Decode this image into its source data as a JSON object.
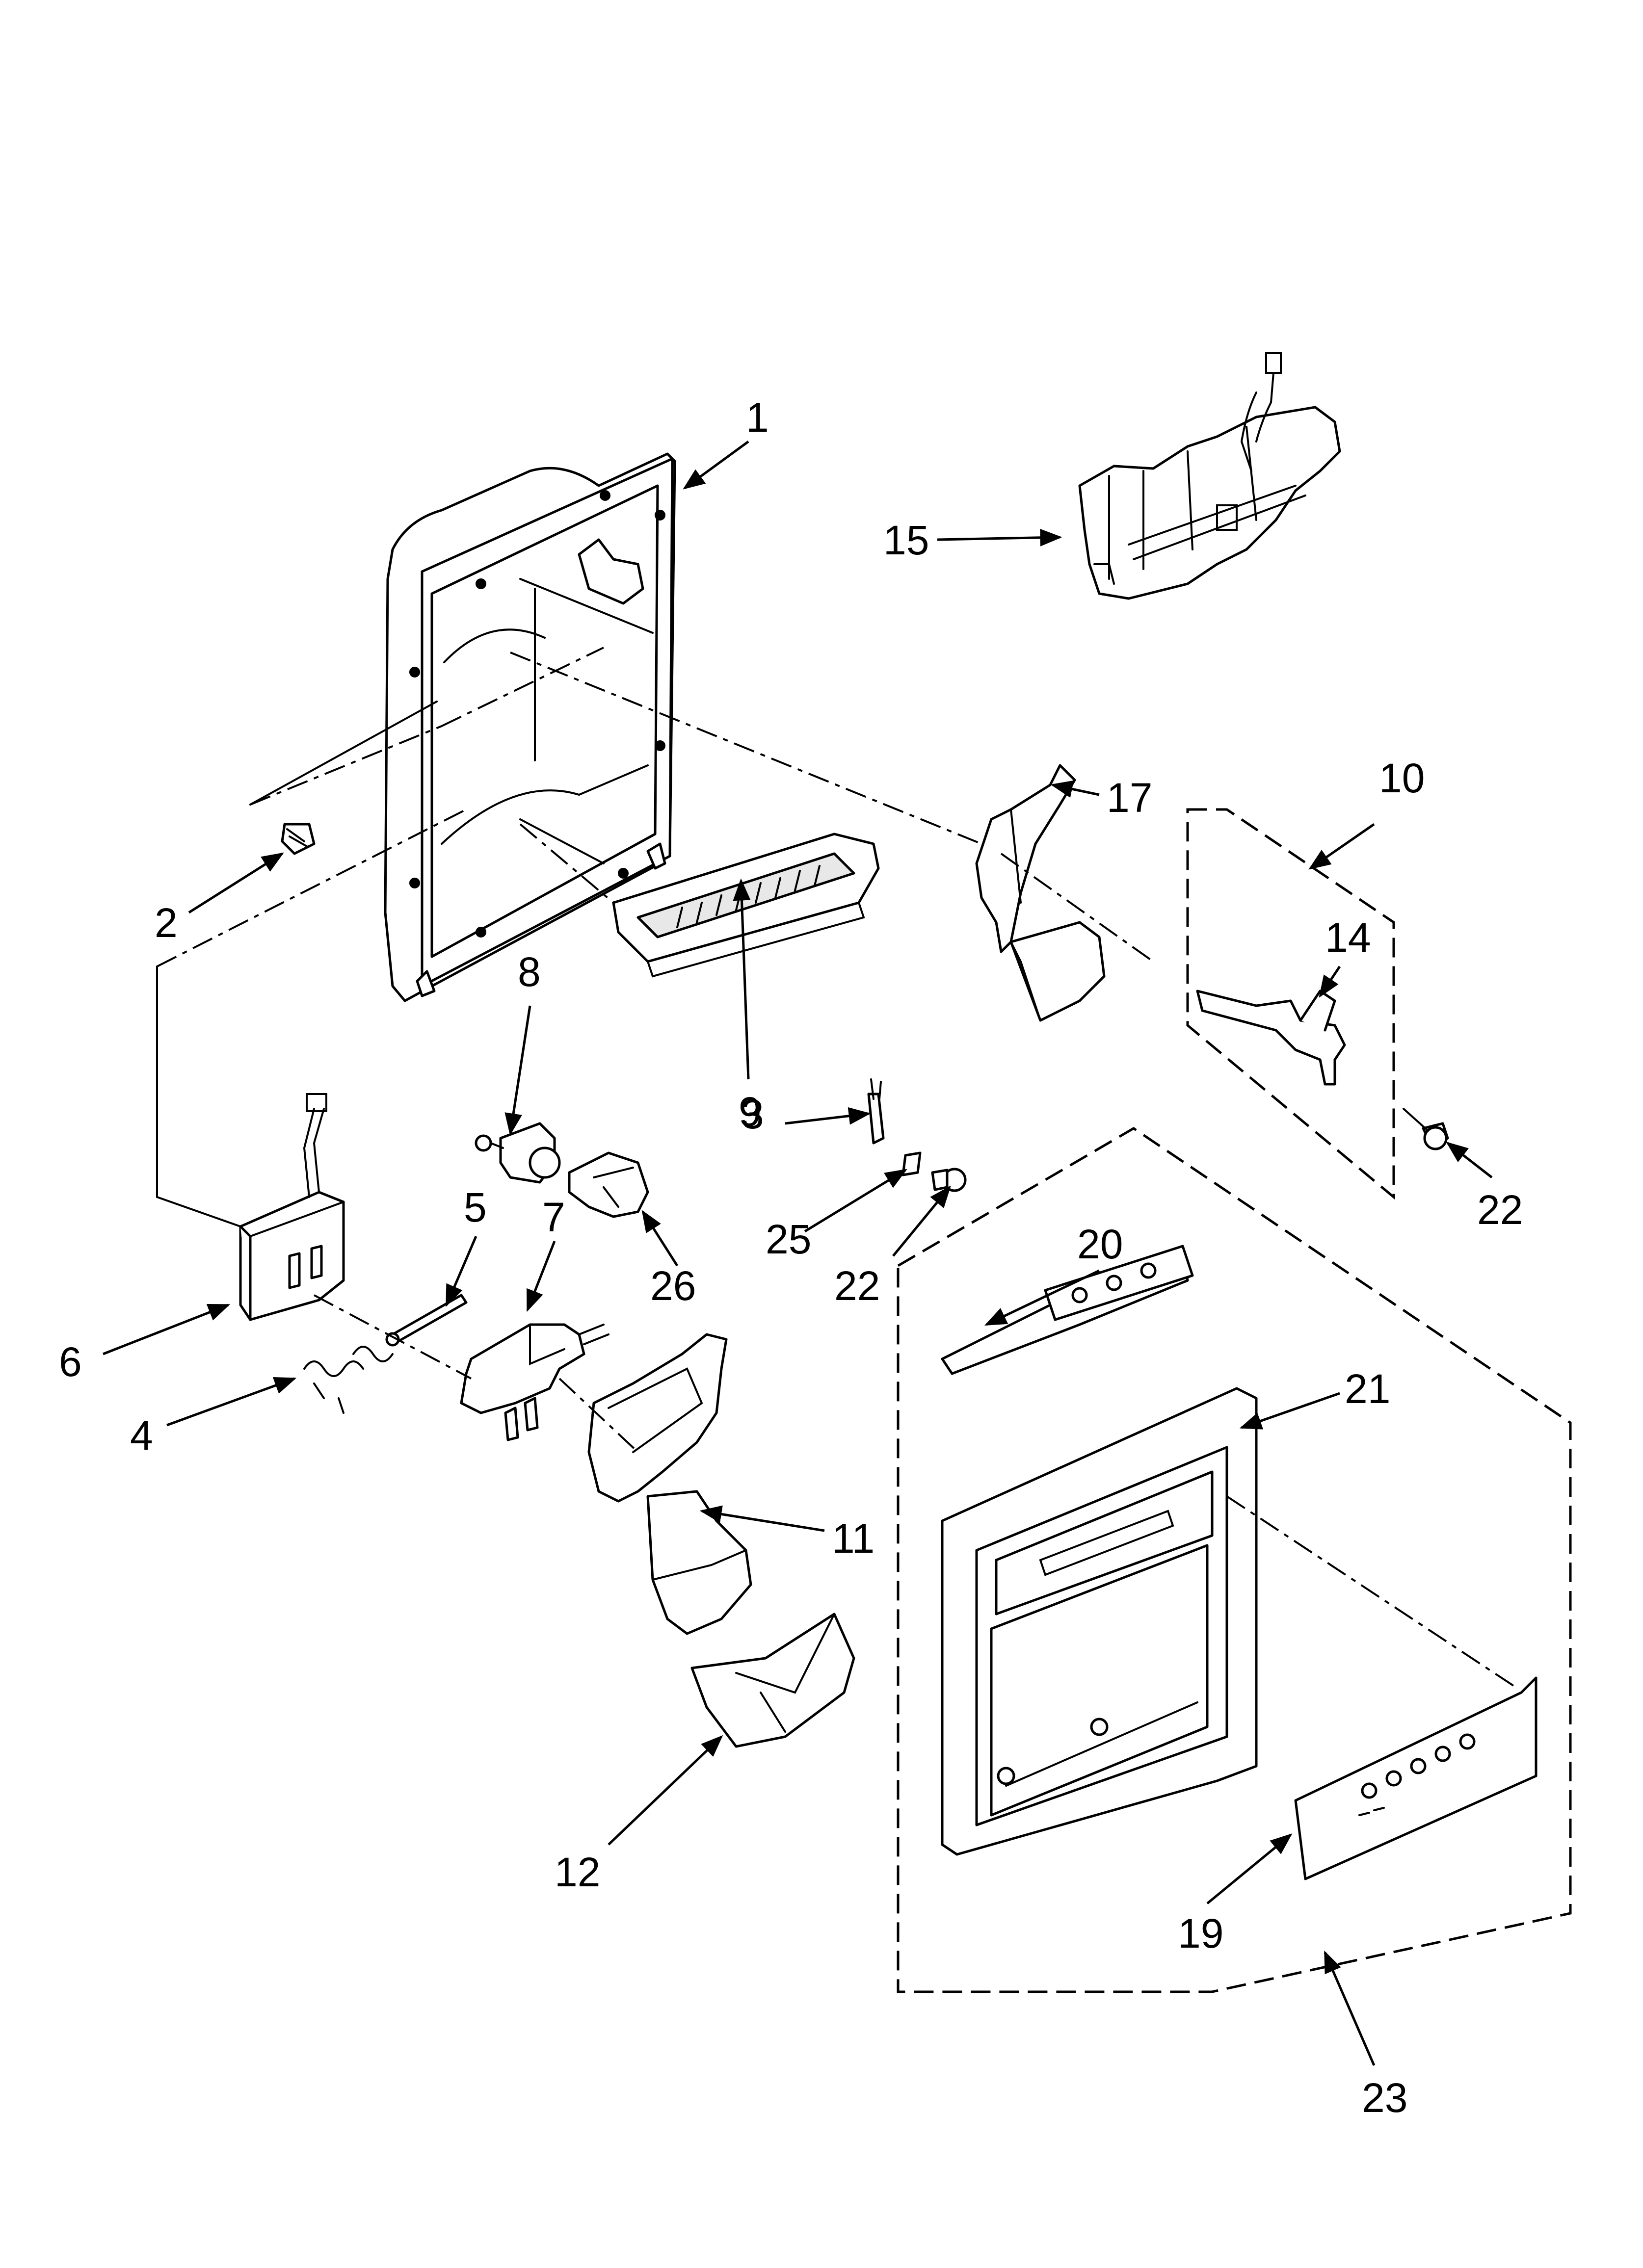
{
  "callouts": [
    {
      "id": "c1",
      "text": "1"
    },
    {
      "id": "c2",
      "text": "2"
    },
    {
      "id": "c3",
      "text": "3"
    },
    {
      "id": "c4",
      "text": "4"
    },
    {
      "id": "c5",
      "text": "5"
    },
    {
      "id": "c6",
      "text": "6"
    },
    {
      "id": "c7",
      "text": "7"
    },
    {
      "id": "c8",
      "text": "8"
    },
    {
      "id": "c9",
      "text": "9"
    },
    {
      "id": "c10",
      "text": "10"
    },
    {
      "id": "c11",
      "text": "11"
    },
    {
      "id": "c12",
      "text": "12"
    },
    {
      "id": "c14",
      "text": "14"
    },
    {
      "id": "c15",
      "text": "15"
    },
    {
      "id": "c17",
      "text": "17"
    },
    {
      "id": "c19",
      "text": "19"
    },
    {
      "id": "c20",
      "text": "20"
    },
    {
      "id": "c21",
      "text": "21"
    },
    {
      "id": "c22a",
      "text": "22"
    },
    {
      "id": "c22b",
      "text": "22"
    },
    {
      "id": "c23",
      "text": "23"
    },
    {
      "id": "c25",
      "text": "25"
    },
    {
      "id": "c26",
      "text": "26"
    }
  ]
}
